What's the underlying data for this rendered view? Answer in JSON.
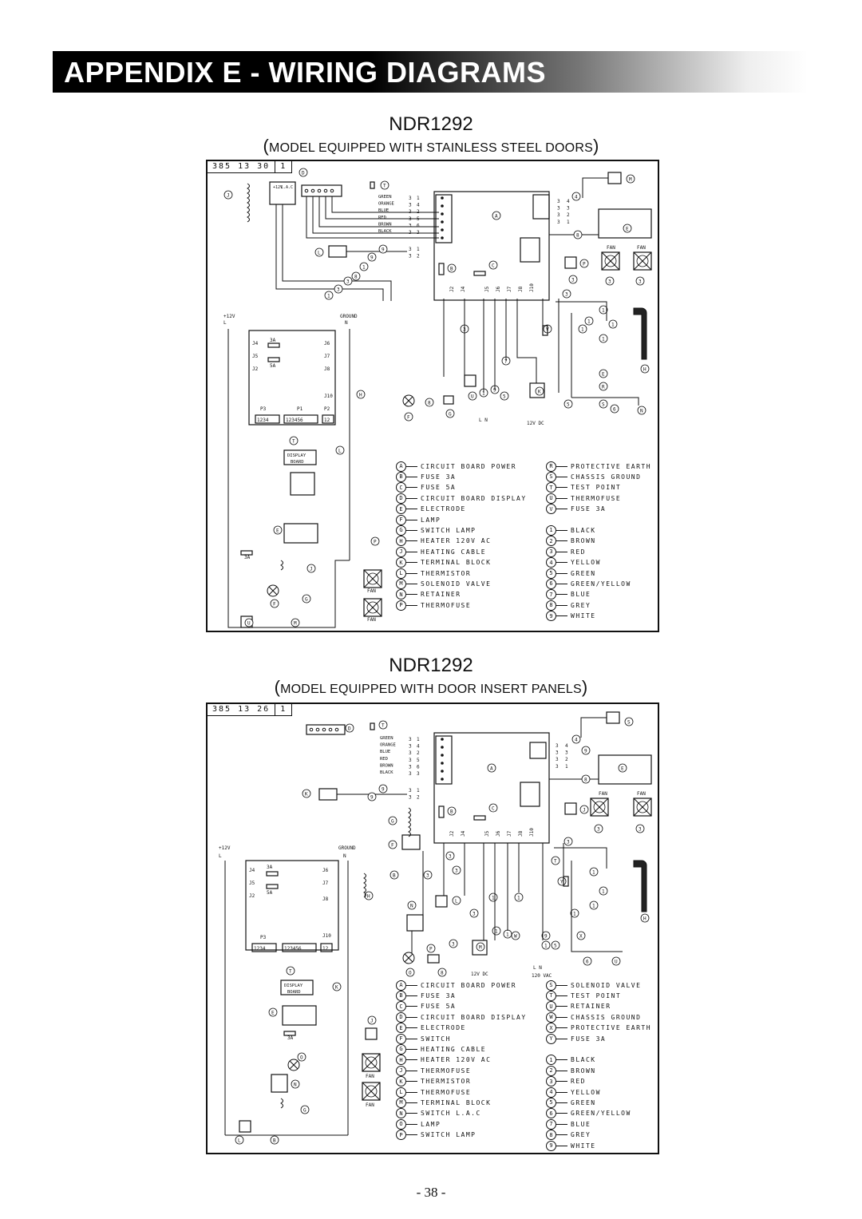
{
  "header": {
    "title": "APPENDIX E - WIRING DIAGRAMS"
  },
  "diagram1": {
    "model": "NDR1292",
    "subtitle": "MODEL EQUIPPED WITH STAINLESS STEEL DOORS",
    "doc_number": "385 13 30",
    "doc_rev": "1",
    "legend_left": [
      {
        "key": "A",
        "text": "CIRCUIT BOARD POWER"
      },
      {
        "key": "B",
        "text": "FUSE 3A"
      },
      {
        "key": "C",
        "text": "FUSE 5A"
      },
      {
        "key": "D",
        "text": "CIRCUIT BOARD DISPLAY"
      },
      {
        "key": "E",
        "text": "ELECTRODE"
      },
      {
        "key": "F",
        "text": "LAMP"
      },
      {
        "key": "G",
        "text": "SWITCH LAMP"
      },
      {
        "key": "H",
        "text": "HEATER 120V AC"
      },
      {
        "key": "J",
        "text": "HEATING CABLE"
      },
      {
        "key": "K",
        "text": "TERMINAL BLOCK"
      },
      {
        "key": "L",
        "text": "THERMISTOR"
      },
      {
        "key": "M",
        "text": "SOLENOID VALVE"
      },
      {
        "key": "N",
        "text": "RETAINER"
      },
      {
        "key": "P",
        "text": "THERMOFUSE"
      }
    ],
    "legend_right": [
      {
        "key": "R",
        "text": "PROTECTIVE EARTH"
      },
      {
        "key": "S",
        "text": "CHASSIS GROUND"
      },
      {
        "key": "T",
        "text": "TEST POINT"
      },
      {
        "key": "U",
        "text": "THERMOFUSE"
      },
      {
        "key": "V",
        "text": "FUSE 3A"
      },
      {
        "key": "",
        "text": ""
      },
      {
        "key": "1",
        "text": "BLACK"
      },
      {
        "key": "2",
        "text": "BROWN"
      },
      {
        "key": "3",
        "text": "RED"
      },
      {
        "key": "4",
        "text": "YELLOW"
      },
      {
        "key": "5",
        "text": "GREEN"
      },
      {
        "key": "6",
        "text": "GREEN/YELLOW"
      },
      {
        "key": "7",
        "text": "BLUE"
      },
      {
        "key": "8",
        "text": "GREY"
      },
      {
        "key": "9",
        "text": "WHITE"
      }
    ],
    "labels": {
      "supply_12v": "+12V",
      "supply_l": "L",
      "ground": "GROUND",
      "ground_n": "N",
      "fuse_3a": "3A",
      "fuse_5a": "5A",
      "display_board": "DISPLAY BOARD",
      "fan": "FAN",
      "dc_12v": "12V DC",
      "ln": "L N",
      "p3": "P3",
      "p1": "P1",
      "p2": "P2",
      "j10": "J10",
      "wire_colors": [
        "GREEN",
        "ORANGE",
        "BLUE",
        "RED",
        "BROWN",
        "BLACK"
      ]
    }
  },
  "diagram2": {
    "model": "NDR1292",
    "subtitle": "MODEL EQUIPPED WITH DOOR INSERT PANELS",
    "doc_number": "385 13 26",
    "doc_rev": "1",
    "legend_left": [
      {
        "key": "A",
        "text": "CIRCUIT BOARD POWER"
      },
      {
        "key": "B",
        "text": "FUSE 3A"
      },
      {
        "key": "C",
        "text": "FUSE 5A"
      },
      {
        "key": "D",
        "text": "CIRCUIT BOARD DISPLAY"
      },
      {
        "key": "E",
        "text": "ELECTRODE"
      },
      {
        "key": "F",
        "text": "SWITCH"
      },
      {
        "key": "G",
        "text": "HEATING CABLE"
      },
      {
        "key": "H",
        "text": "HEATER 120V AC"
      },
      {
        "key": "J",
        "text": "THERMOFUSE"
      },
      {
        "key": "K",
        "text": "THERMISTOR"
      },
      {
        "key": "L",
        "text": "THERMOFUSE"
      },
      {
        "key": "M",
        "text": "TERMINAL BLOCK"
      },
      {
        "key": "N",
        "text": "SWITCH L.A.C"
      },
      {
        "key": "O",
        "text": "LAMP"
      },
      {
        "key": "P",
        "text": "SWITCH LAMP"
      }
    ],
    "legend_right": [
      {
        "key": "S",
        "text": "SOLENOID VALVE"
      },
      {
        "key": "T",
        "text": "TEST POINT"
      },
      {
        "key": "U",
        "text": "RETAINER"
      },
      {
        "key": "W",
        "text": "CHASSIS GROUND"
      },
      {
        "key": "X",
        "text": "PROTECTIVE EARTH"
      },
      {
        "key": "Y",
        "text": "FUSE 3A"
      },
      {
        "key": "",
        "text": ""
      },
      {
        "key": "1",
        "text": "BLACK"
      },
      {
        "key": "2",
        "text": "BROWN"
      },
      {
        "key": "3",
        "text": "RED"
      },
      {
        "key": "4",
        "text": "YELLOW"
      },
      {
        "key": "5",
        "text": "GREEN"
      },
      {
        "key": "6",
        "text": "GREEN/YELLOW"
      },
      {
        "key": "7",
        "text": "BLUE"
      },
      {
        "key": "8",
        "text": "GREY"
      },
      {
        "key": "9",
        "text": "WHITE"
      }
    ],
    "labels": {
      "supply_12v": "+12V",
      "supply_l": "L",
      "ground": "GROUND",
      "ground_n": "N",
      "fuse_3a": "3A",
      "fuse_5a": "5A",
      "display_board": "DISPLAY BOARD",
      "fan": "FAN",
      "dc_12v": "12V DC",
      "vac_120": "120 VAC",
      "ln": "L N",
      "p3": "P3",
      "j10": "J10",
      "wire_colors": [
        "GREEN",
        "ORANGE",
        "BLUE",
        "RED",
        "BROWN",
        "BLACK"
      ]
    }
  },
  "footer": {
    "page": "- 38 -"
  }
}
